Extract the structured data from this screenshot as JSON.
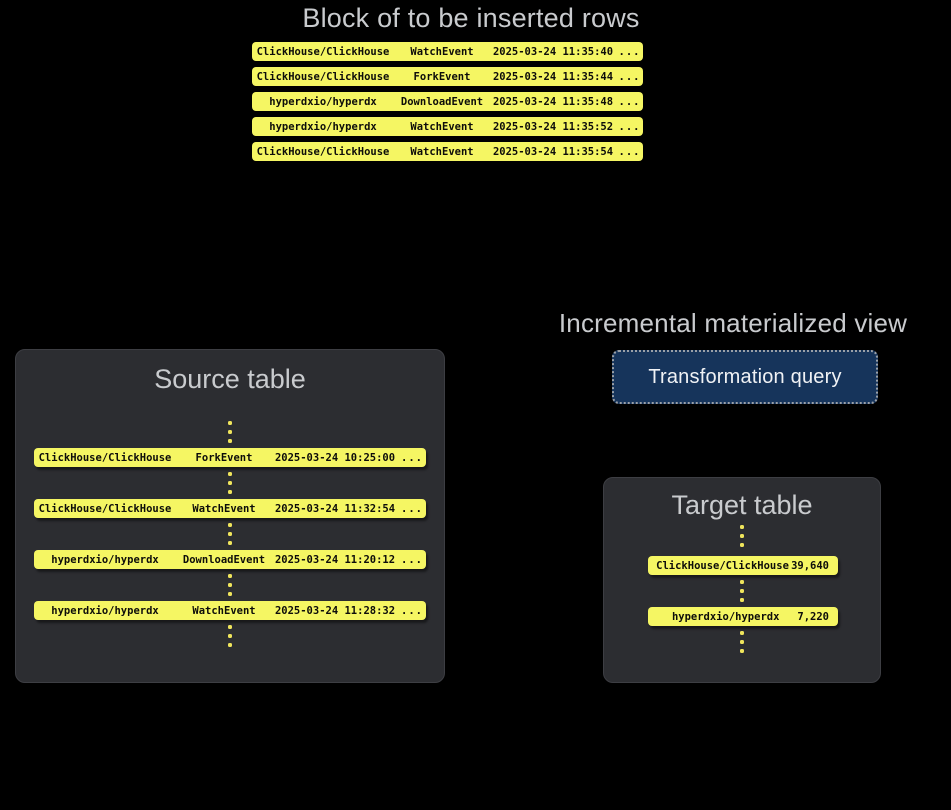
{
  "colors": {
    "background": "#000000",
    "row_yellow": "#f5f663",
    "dot_yellow": "#efe45c",
    "row_text": "#0d0d0a",
    "panel_bg": "#2c2d31",
    "panel_border": "#3d3e43",
    "title_gray": "#c9cbce",
    "query_bg": "#16345b",
    "query_border": "#9aa0a8",
    "query_text": "#f0f2f5"
  },
  "icons": {
    "vertical_ellipsis": "⋮"
  },
  "insert_block": {
    "title": "Block of to be inserted rows",
    "rows": [
      {
        "repo": "ClickHouse/ClickHouse",
        "event": "WatchEvent",
        "timestamp": "2025-03-24 11:35:40",
        "more": "..."
      },
      {
        "repo": "ClickHouse/ClickHouse",
        "event": "ForkEvent",
        "timestamp": "2025-03-24 11:35:44",
        "more": "..."
      },
      {
        "repo": "hyperdxio/hyperdx",
        "event": "DownloadEvent",
        "timestamp": "2025-03-24 11:35:48",
        "more": "..."
      },
      {
        "repo": "hyperdxio/hyperdx",
        "event": "WatchEvent",
        "timestamp": "2025-03-24 11:35:52",
        "more": "..."
      },
      {
        "repo": "ClickHouse/ClickHouse",
        "event": "WatchEvent",
        "timestamp": "2025-03-24 11:35:54",
        "more": "..."
      }
    ]
  },
  "materialized_view": {
    "title": "Incremental materialized view",
    "query_label": "Transformation query"
  },
  "source_table": {
    "title": "Source table",
    "rows": [
      {
        "repo": "ClickHouse/ClickHouse",
        "event": "ForkEvent",
        "timestamp": "2025-03-24 10:25:00",
        "more": "..."
      },
      {
        "repo": "ClickHouse/ClickHouse",
        "event": "WatchEvent",
        "timestamp": "2025-03-24 11:32:54",
        "more": "..."
      },
      {
        "repo": "hyperdxio/hyperdx",
        "event": "DownloadEvent",
        "timestamp": "2025-03-24 11:20:12",
        "more": "..."
      },
      {
        "repo": "hyperdxio/hyperdx",
        "event": "WatchEvent",
        "timestamp": "2025-03-24 11:28:32",
        "more": "..."
      }
    ]
  },
  "target_table": {
    "title": "Target table",
    "rows": [
      {
        "repo": "ClickHouse/ClickHouse",
        "count": "39,640"
      },
      {
        "repo": "hyperdxio/hyperdx",
        "count": "7,220"
      }
    ]
  }
}
